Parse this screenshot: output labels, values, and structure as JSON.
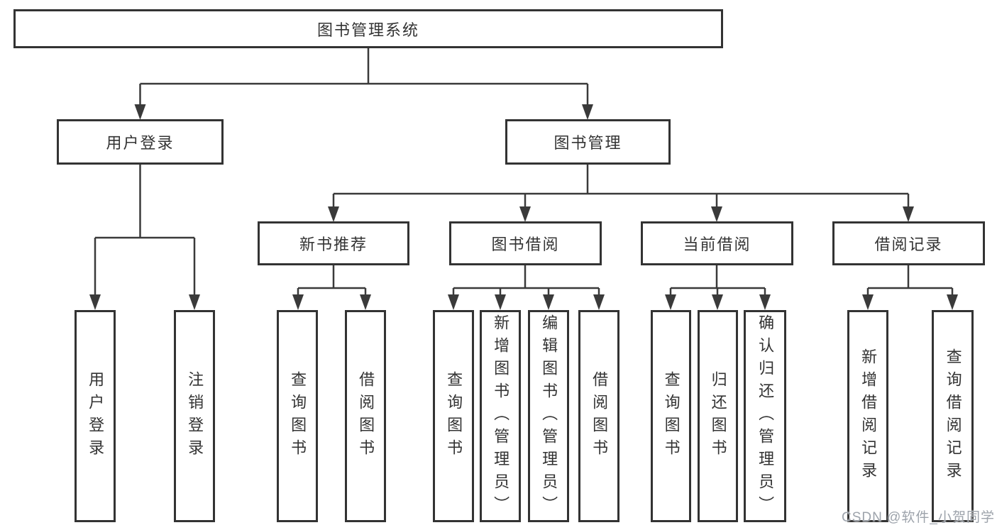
{
  "diagram": {
    "type": "tree",
    "root": {
      "label": "图书管理系统",
      "children": [
        {
          "label": "用户登录",
          "children": [
            {
              "label": "用户登录"
            },
            {
              "label": "注销登录"
            }
          ]
        },
        {
          "label": "图书管理",
          "children": [
            {
              "label": "新书推荐",
              "children": [
                {
                  "label": "查询图书"
                },
                {
                  "label": "借阅图书"
                }
              ]
            },
            {
              "label": "图书借阅",
              "children": [
                {
                  "label": "查询图书"
                },
                {
                  "label": "新增图书（管理员）"
                },
                {
                  "label": "编辑图书（管理员）"
                },
                {
                  "label": "借阅图书"
                }
              ]
            },
            {
              "label": "当前借阅",
              "children": [
                {
                  "label": "查询图书"
                },
                {
                  "label": "归还图书"
                },
                {
                  "label": "确认归还（管理员）"
                }
              ]
            },
            {
              "label": "借阅记录",
              "children": [
                {
                  "label": "新增借阅记录"
                },
                {
                  "label": "查询借阅记录"
                }
              ]
            }
          ]
        }
      ]
    }
  },
  "watermark": {
    "text": "CSDN @软件_小贺同学"
  },
  "colors": {
    "line": "#3a3a3a",
    "box_border": "#333333",
    "text": "#333333",
    "background": "#ffffff",
    "watermark": "#9da3ab"
  }
}
